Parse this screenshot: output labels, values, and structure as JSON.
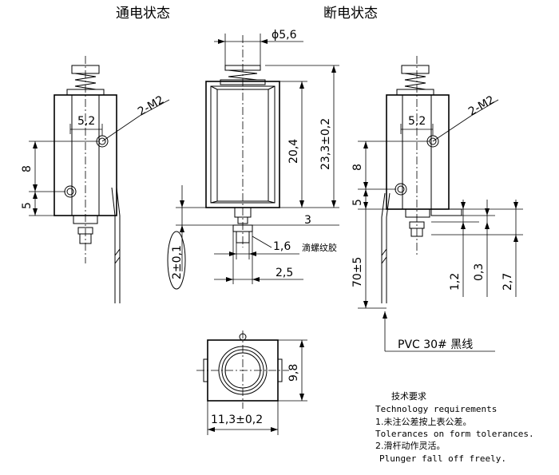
{
  "views": {
    "energized_title": "通电状态",
    "deenergized_title": "断电状态"
  },
  "dimensions": {
    "plunger_dia": "ϕ5,6",
    "mount_pitch_left": "5,2",
    "mount_pitch_right": "5,2",
    "thread_left": "2-M2",
    "thread_right": "2-M2",
    "hole_spacing_left": "8",
    "hole_offset_left": "5",
    "hole_spacing_right": "8",
    "hole_offset_right": "5",
    "body_height": "20,4",
    "overall_height": "23,3±0,2",
    "stroke": "3",
    "shaft_dia": "1,6",
    "glue_note": "滴螺纹胶",
    "shaft_len": "2,5",
    "tip_dia": "2±0,1",
    "lead_length": "70±5",
    "dim_1_2": "1,2",
    "dim_0_3": "0,3",
    "dim_2_7": "2,7",
    "width_bottom": "11,3±0,2",
    "depth_side": "9,8",
    "lead_wire": "PVC 30# 黑线"
  },
  "requirements": {
    "heading_cn": "技术要求",
    "heading_en": "Technology requirements",
    "item1_cn": "1.未注公差按上表公差。",
    "item1_en": "Tolerances on form tolerances.",
    "item2_cn": "2.滑杆动作灵活。",
    "item2_en": "Plunger fall off freely."
  }
}
